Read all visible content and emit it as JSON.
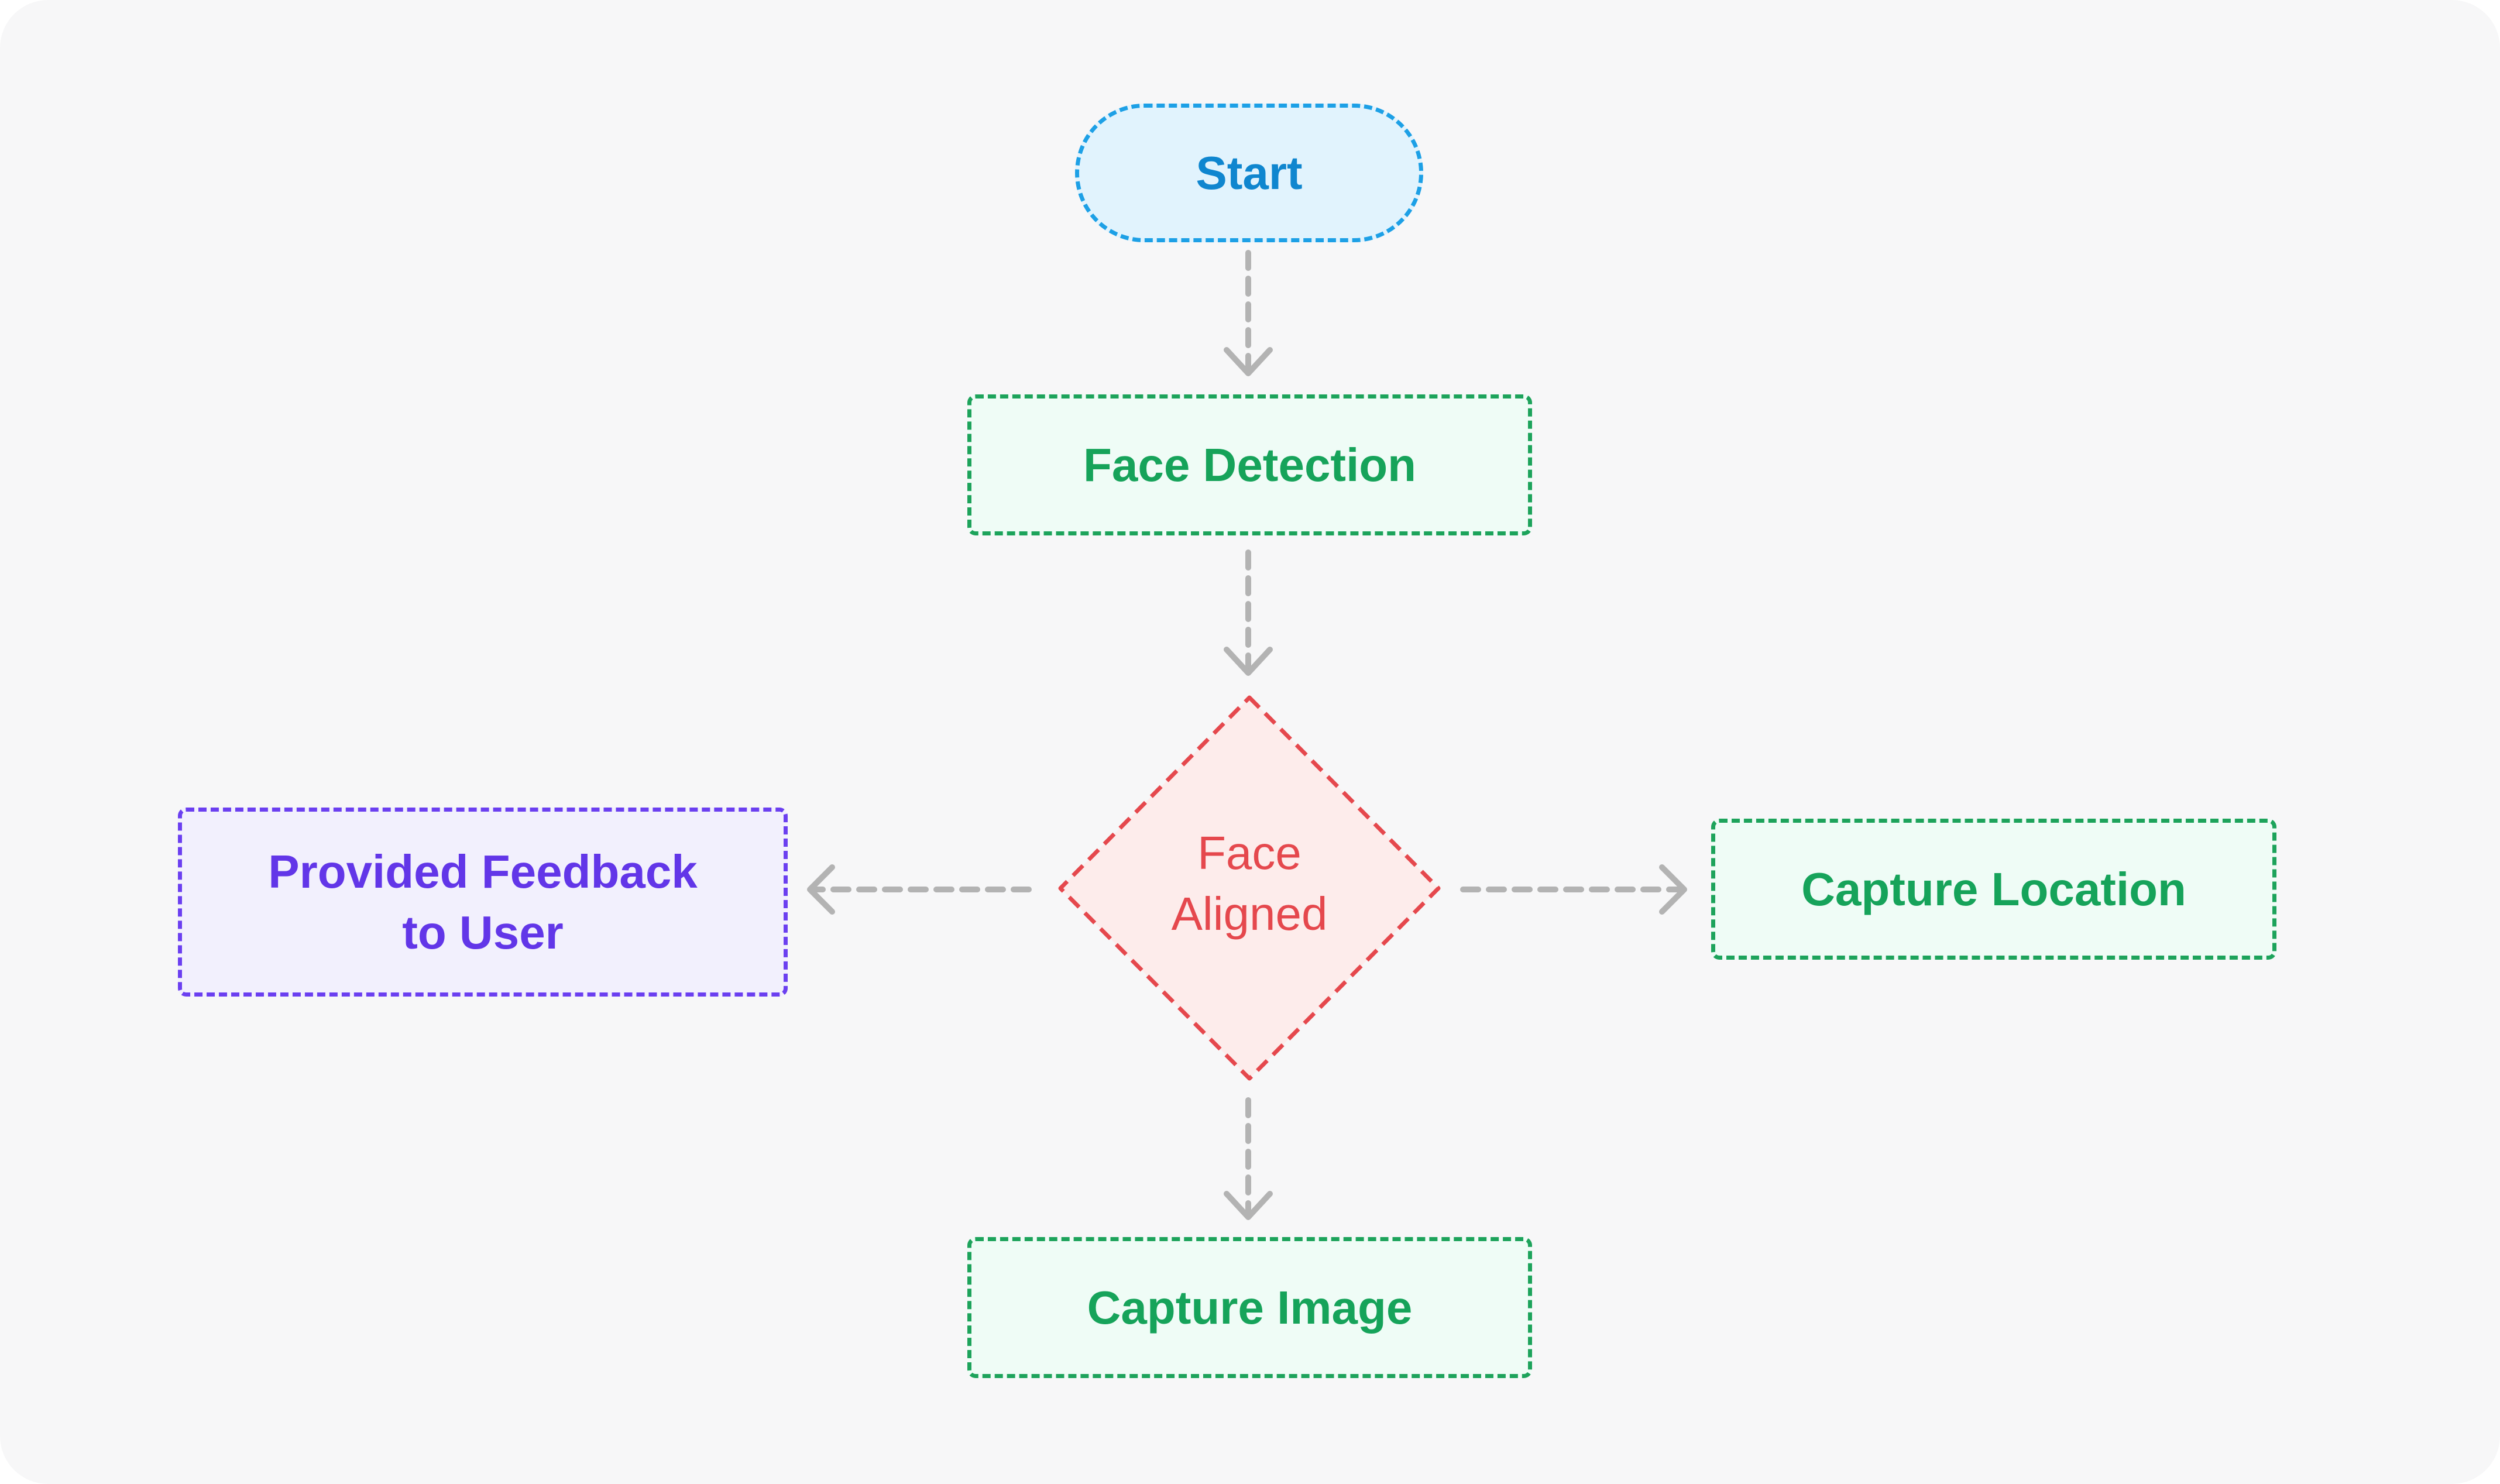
{
  "nodes": {
    "start": {
      "label": "Start"
    },
    "face_detection": {
      "label": "Face Detection"
    },
    "face_aligned": {
      "line1": "Face",
      "line2": "Aligned"
    },
    "feedback": {
      "line1": "Provided Feedback",
      "line2": "to User"
    },
    "capture_location": {
      "label": "Capture Location"
    },
    "capture_image": {
      "label": "Capture Image"
    }
  },
  "colors": {
    "background": "#f7f7f8",
    "start_fill": "#e1f3fd",
    "start_stroke": "#1da0e6",
    "process_fill": "#effcf6",
    "process_stroke": "#1da35b",
    "decision_fill": "#fdeceb",
    "decision_stroke": "#e5484d",
    "feedback_fill": "#f2f0fd",
    "feedback_stroke": "#6b3ff0",
    "connector": "#b3b3b3"
  }
}
